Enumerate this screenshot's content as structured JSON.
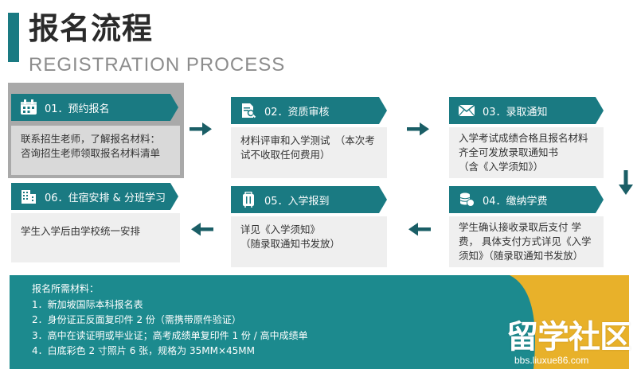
{
  "header": {
    "title_cn": "报名流程",
    "title_en": "REGISTRATION PROCESS"
  },
  "steps": [
    {
      "icon": "calendar-icon",
      "title": "01．预约报名",
      "lines": [
        "联系招生老师，了解报名材料：",
        "咨询招生老师领取报名材料清单"
      ]
    },
    {
      "icon": "document-search-icon",
      "title": "02．资质审核",
      "lines": [
        "材料评审和入学测试　（本次考",
        "试不收取任何费用）"
      ]
    },
    {
      "icon": "envelope-icon",
      "title": "03．录取通知",
      "lines": [
        "入学考试成绩合格且报名材料",
        "齐全可发放录取通知书",
        "（含《入学须知》）"
      ]
    },
    {
      "icon": "coins-icon",
      "title": "04．缴纳学费",
      "lines": [
        "学生确认接收录取后支付 学",
        "费，  具体支付方式详见《入学",
        "须知》（随录取通知书发放）"
      ]
    },
    {
      "icon": "luggage-icon",
      "title": "05．入学报到",
      "lines": [
        "详见《入学须知》",
        "（随录取通知书发放）"
      ]
    },
    {
      "icon": "building-icon",
      "title": "06．住宿安排 & 分班学习",
      "lines": [
        "学生入学后由学校统一安排"
      ]
    }
  ],
  "requirements": {
    "heading": "报名所需材料：",
    "items": [
      "1．新加坡国际本科报名表",
      "2．身份证正反面复印件 2 份（需携带原件验证）",
      "3．高中在读证明或毕业证；高考成绩单复印件 1 份 / 高中成绩单",
      "4．白底彩色 2 寸照片 6 张，规格为 35MM×45MM"
    ]
  },
  "watermark": {
    "brand": "留学社区",
    "url": "bbs.liuxue86.com"
  },
  "colors": {
    "teal": "#1a7a82",
    "panel_teal": "#1c8a8e",
    "gold": "#e8b12a",
    "card_bg": "#efefef",
    "highlight_border": "#a9a9a9"
  }
}
